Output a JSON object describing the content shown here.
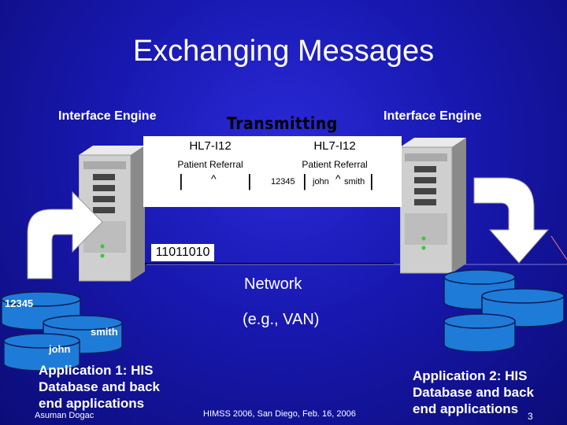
{
  "title": "Exchanging Messages",
  "left_engine_label": "Interface Engine",
  "right_engine_label": "Interface Engine",
  "transmitting_label": "Transmitting",
  "message_left": {
    "type": "HL7-I12",
    "subtitle": "Patient Referral",
    "caret": "^"
  },
  "message_right": {
    "type": "HL7-I12",
    "subtitle": "Patient Referral",
    "id": "12345",
    "name": "john",
    "caret": "^",
    "surname": "smith"
  },
  "binary": "11011010",
  "network_label": "Network",
  "network_example": "(e.g., VAN)",
  "db_left": [
    "12345",
    "smith",
    "john"
  ],
  "app1": [
    "Application 1: HIS",
    "Database and back",
    "end applications"
  ],
  "app2": [
    "Application 2: HIS",
    "Database and back",
    "end applications"
  ],
  "footer": "HIMSS 2006, San Diego, Feb. 16, 2006",
  "author": "Asuman Dogac",
  "page_number": "3",
  "colors": {
    "background": "#1818b0",
    "arrow": "#ffffff",
    "db_fill": "#1f7bd8"
  }
}
